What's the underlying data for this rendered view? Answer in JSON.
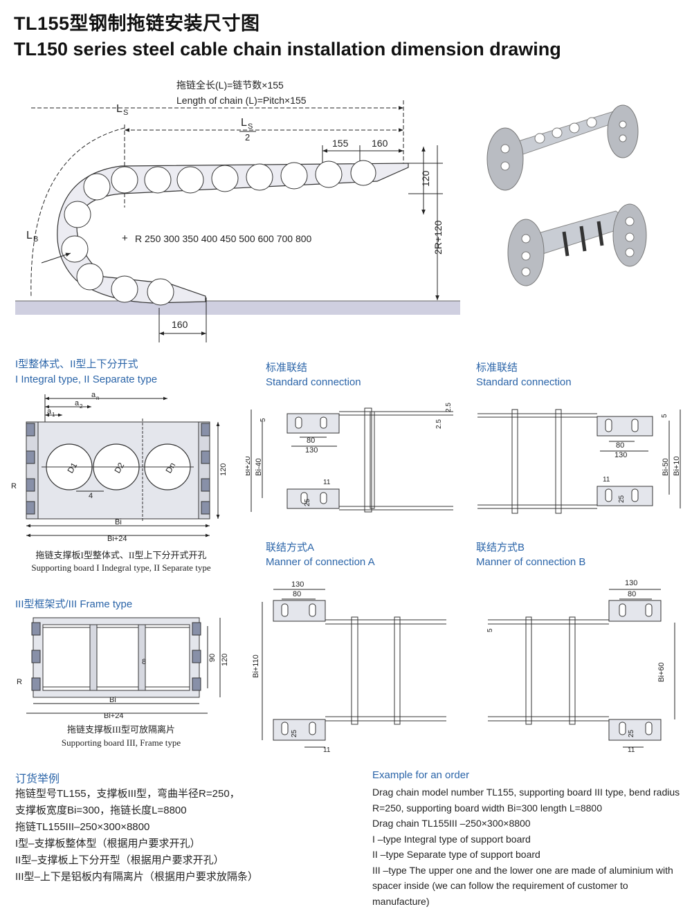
{
  "title_cn": "TL155型钢制拖链安装尺寸图",
  "title_en": "TL150 series steel cable chain installation dimension drawing",
  "top_drawing": {
    "note_cn": "拖链全长(L)=链节数×155",
    "note_en": "Length of chain (L)=Pitch×155",
    "ls": "L",
    "ls_sub": "S",
    "ls2_num_main": "L",
    "ls2_num_sub": "S",
    "ls2_den": "2",
    "lb": "L",
    "lb_sub": "B",
    "dim_155": "155",
    "dim_160_top": "160",
    "dim_160_bottom": "160",
    "dim_120": "120",
    "dim_2r": "2R+120",
    "radius_list": "R 250  300  350  400  450  500  600  700  800"
  },
  "sec1": {
    "title_cn": "I型整体式、II型上下分开式",
    "title_en": "I Integral type, II Separate type",
    "an": "a",
    "an_sub": "n",
    "a2": "a",
    "a2_sub": "2",
    "a1": "a",
    "a1_sub": "1",
    "d1": "D1",
    "d2": "D2",
    "dn": "Dn",
    "four": "4",
    "r": "R",
    "h120": "120",
    "bi": "Bi",
    "bi24": "Bi+24",
    "cap_cn": "拖链支撑板I型整体式、II型上下分开式开孔",
    "cap_en": "Supporting board I Indegral type, II Separate type"
  },
  "sec2": {
    "title_cn": "III型框架式/III Frame type",
    "eight": "8",
    "h90": "90",
    "h120": "120",
    "r": "R",
    "bi": "Bi",
    "bi24": "Bi+24",
    "cap_cn": "拖链支撑板III型可放隔离片",
    "cap_en": "Supporting board III, Frame type"
  },
  "std1": {
    "title_cn": "标准联结",
    "title_en": "Standard connection",
    "d5": "5",
    "d80": "80",
    "d130": "130",
    "d25a": "2.5",
    "d25b": "2.5",
    "d11": "11",
    "d25": "25",
    "bi20": "Bi+20",
    "bi40": "Bi-40"
  },
  "std2": {
    "title_cn": "标准联结",
    "title_en": "Standard connection",
    "d5": "5",
    "d80": "80",
    "d130": "130",
    "d11": "11",
    "d25": "25",
    "bi50": "Bi-50",
    "bi10": "Bi+10"
  },
  "conA": {
    "title_cn": "联结方式A",
    "title_en": "Manner of connection A",
    "d130": "130",
    "d80": "80",
    "d25": "25",
    "d11": "11",
    "bi110": "Bi+110"
  },
  "conB": {
    "title_cn": "联结方式B",
    "title_en": "Manner of connection B",
    "d130": "130",
    "d80": "80",
    "d5": "5",
    "d25": "25",
    "d11": "11",
    "bi60": "Bi+60"
  },
  "order_cn": {
    "title": "订货举例",
    "lines": [
      "拖链型号TL155，支撑板III型，弯曲半径R=250，",
      "支撑板宽度Bi=300，拖链长度L=8800",
      "拖链TL155III–250×300×8800",
      "I型–支撑板整体型（根据用户要求开孔）",
      "II型–支撑板上下分开型（根据用户要求开孔）",
      "III型–上下是铝板内有隔离片（根据用户要求放隔条）"
    ]
  },
  "order_en": {
    "title": "Example for an order",
    "lines": [
      "Drag chain model number TL155, supporting board III type, bend radius",
      "R=250, supporting board width Bi=300 length L=8800",
      "Drag chain TL155III –250×300×8800",
      "I –type Integral type of support board",
      "II –type Separate type of support board",
      "III –type The upper one and the lower one are made of aluminium with",
      "spacer inside  (we can follow the requirement of customer to manufacture)"
    ]
  }
}
